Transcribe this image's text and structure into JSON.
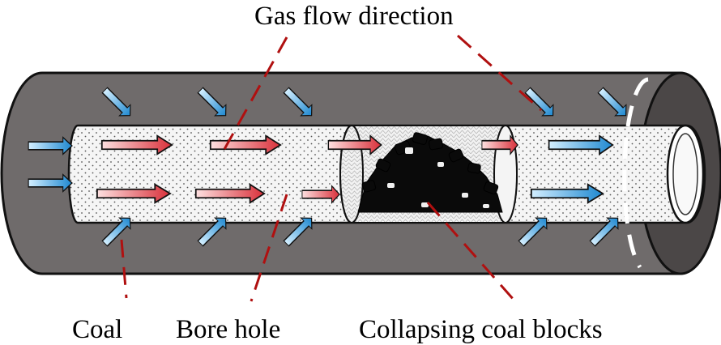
{
  "labels": {
    "gas_flow": "Gas flow direction",
    "coal": "Coal",
    "bore_hole": "Bore hole",
    "collapsing": "Collapsing coal blocks"
  },
  "colors": {
    "coal_body": "#6f6b6b",
    "coal_end": "#4b4747",
    "bore_fill": "#f4f4f4",
    "red_arrow_light": "#fde0e0",
    "red_arrow_dark": "#d9303a",
    "blue_arrow_light": "#d4efff",
    "blue_arrow_dark": "#1e88d0",
    "leader_line": "#b01010",
    "coal_blocks": "#0a0a0a",
    "dashed_cut": "#ffffff"
  }
}
